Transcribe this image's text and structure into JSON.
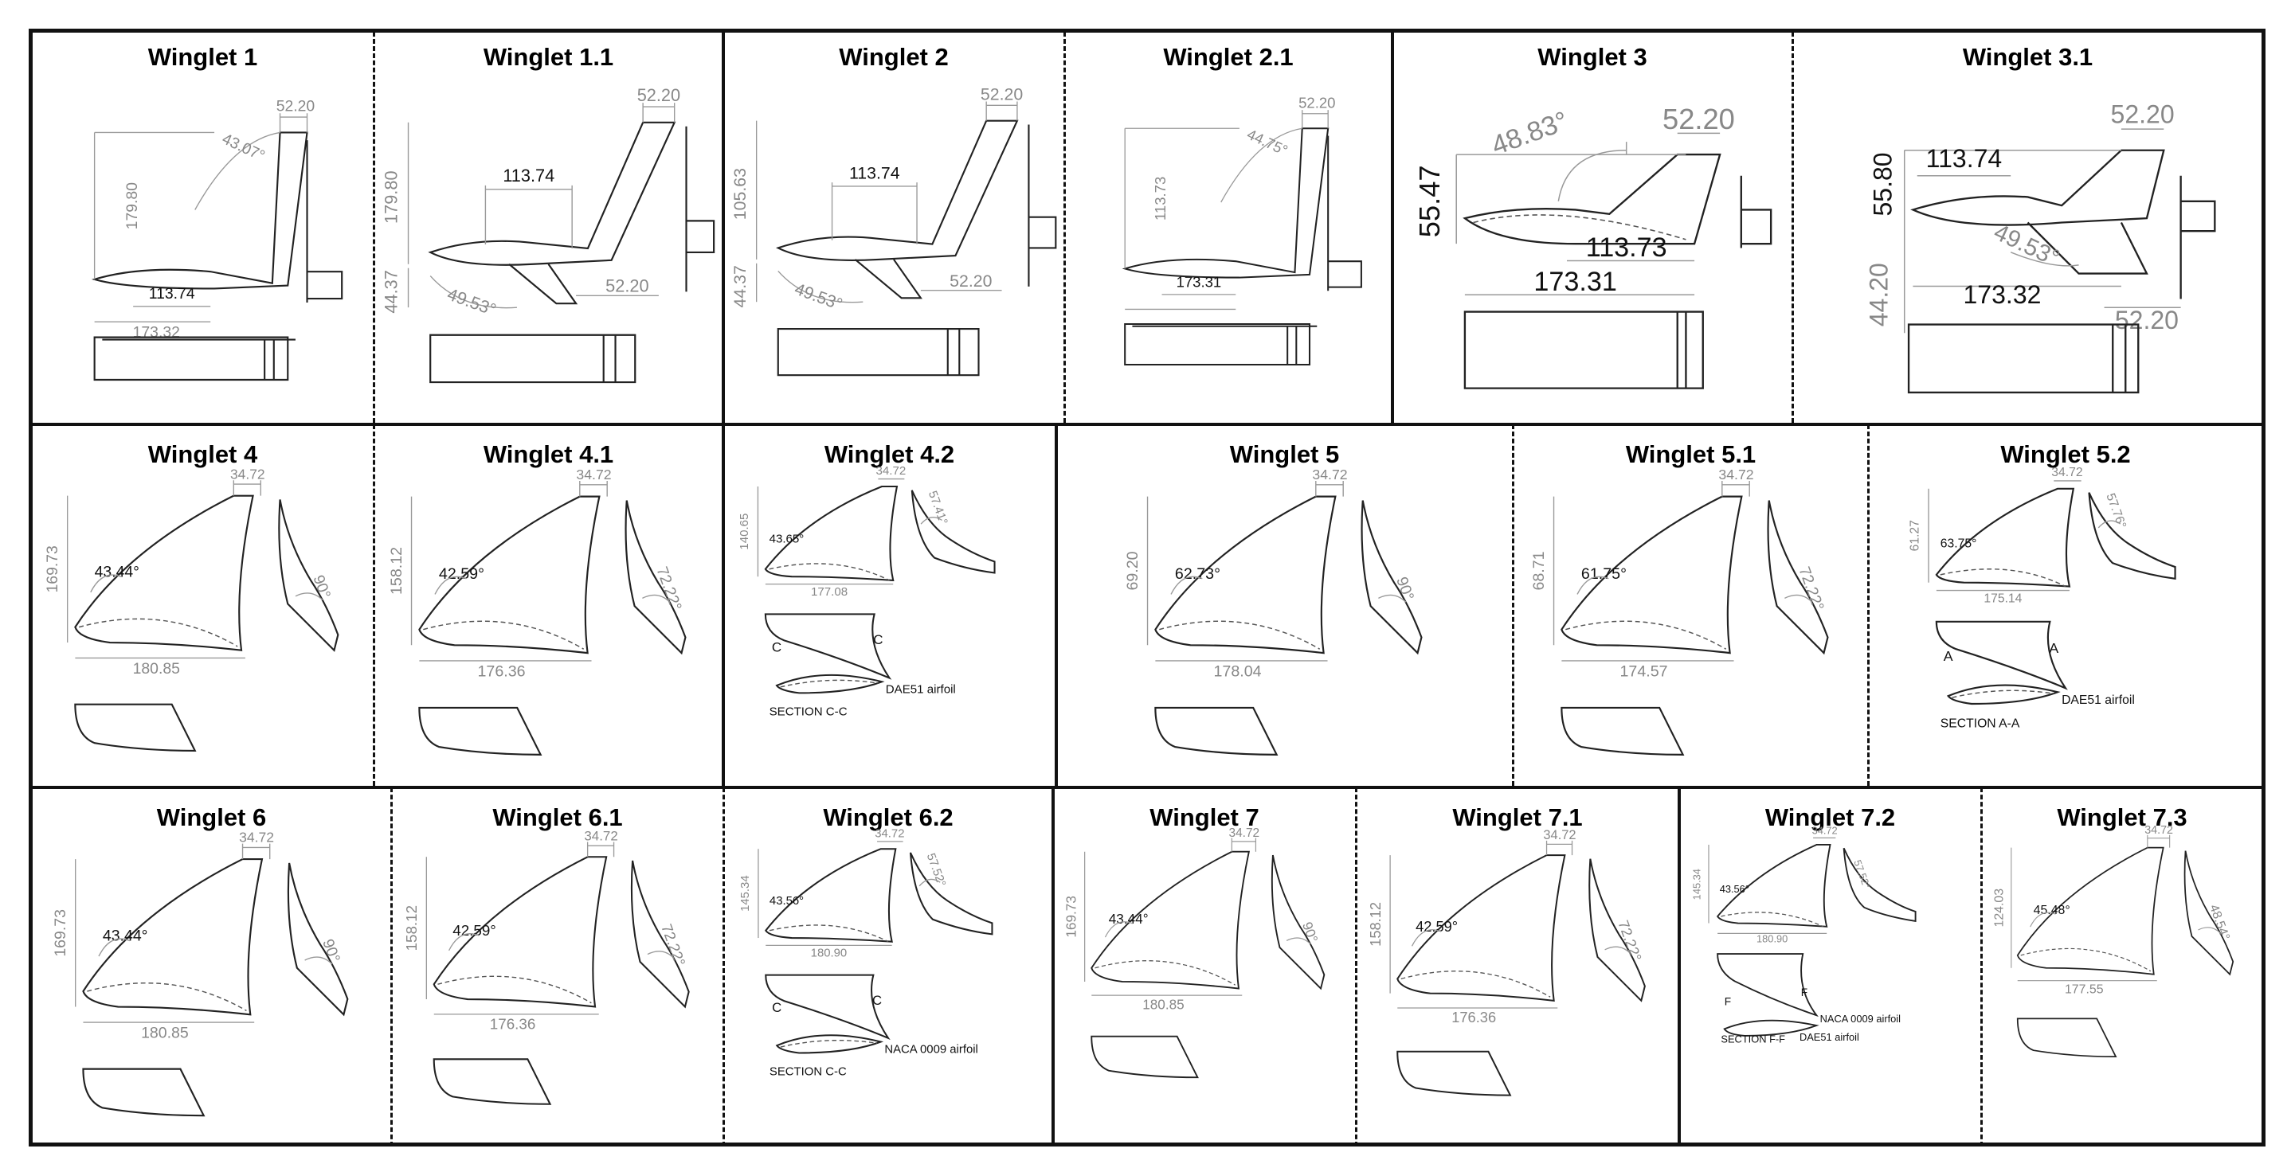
{
  "panels": [
    {
      "id": "w1",
      "title": "Winglet 1",
      "type": "A",
      "dims": [
        "52.20",
        "43.07°",
        "179.80",
        "113.74",
        "173.32"
      ]
    },
    {
      "id": "w1_1",
      "title": "Winglet 1.1",
      "type": "B",
      "dims": [
        "52.20",
        "113.74",
        "179.80",
        "44.37",
        "49.53°",
        "52.20"
      ]
    },
    {
      "id": "w2",
      "title": "Winglet 2",
      "type": "B",
      "dims": [
        "52.20",
        "113.74",
        "105.63",
        "44.37",
        "49.53°",
        "52.20"
      ]
    },
    {
      "id": "w2_1",
      "title": "Winglet 2.1",
      "type": "A",
      "dims": [
        "52.20",
        "44.75°",
        "113.73",
        "173.31"
      ]
    },
    {
      "id": "w3",
      "title": "Winglet 3",
      "type": "C",
      "dims": [
        "48.83°",
        "52.20",
        "55.47",
        "113.73",
        "173.31"
      ]
    },
    {
      "id": "w3_1",
      "title": "Winglet 3.1",
      "type": "D",
      "dims": [
        "52.20",
        "113.74",
        "55.80",
        "49.53°",
        "44.20",
        "52.20",
        "173.32"
      ]
    },
    {
      "id": "w4",
      "title": "Winglet 4",
      "type": "E",
      "dims": [
        "34.72",
        "169.73",
        "43.44°",
        "90°",
        "180.85"
      ]
    },
    {
      "id": "w4_1",
      "title": "Winglet 4.1",
      "type": "E",
      "dims": [
        "34.72",
        "158.12",
        "42.59°",
        "72.22°",
        "176.36"
      ]
    },
    {
      "id": "w4_2",
      "title": "Winglet 4.2",
      "type": "F",
      "dims": [
        "34.72",
        "140.65",
        "43.65°",
        "57.41°",
        "177.08"
      ],
      "labels": [
        "C",
        "C",
        "DAE51 airfoil",
        "SECTION C-C"
      ]
    },
    {
      "id": "w5",
      "title": "Winglet 5",
      "type": "E",
      "dims": [
        "34.72",
        "69.20",
        "62.73°",
        "90°",
        "178.04"
      ]
    },
    {
      "id": "w5_1",
      "title": "Winglet 5.1",
      "type": "E",
      "dims": [
        "34.72",
        "68.71",
        "61.75°",
        "72.22°",
        "174.57"
      ]
    },
    {
      "id": "w5_2",
      "title": "Winglet 5.2",
      "type": "F",
      "dims": [
        "34.72",
        "61.27",
        "63.75°",
        "57.76°",
        "175.14"
      ],
      "labels": [
        "A",
        "A",
        "DAE51 airfoil",
        "SECTION A-A"
      ]
    },
    {
      "id": "w6",
      "title": "Winglet 6",
      "type": "E",
      "dims": [
        "34.72",
        "169.73",
        "43.44°",
        "90°",
        "180.85"
      ]
    },
    {
      "id": "w6_1",
      "title": "Winglet 6.1",
      "type": "E",
      "dims": [
        "34.72",
        "158.12",
        "42.59°",
        "72.22°",
        "176.36"
      ]
    },
    {
      "id": "w6_2",
      "title": "Winglet 6.2",
      "type": "F",
      "dims": [
        "34.72",
        "145.34",
        "43.56°",
        "57.52°",
        "180.90"
      ],
      "labels": [
        "C",
        "C",
        "NACA 0009 airfoil",
        "SECTION C-C"
      ]
    },
    {
      "id": "w7",
      "title": "Winglet 7",
      "type": "E",
      "dims": [
        "34.72",
        "169.73",
        "43.44°",
        "90°",
        "180.85"
      ]
    },
    {
      "id": "w7_1",
      "title": "Winglet 7.1",
      "type": "E",
      "dims": [
        "34.72",
        "158.12",
        "42.59°",
        "72.22°",
        "176.36"
      ]
    },
    {
      "id": "w7_2",
      "title": "Winglet 7.2",
      "type": "G",
      "dims": [
        "34.72",
        "145.34",
        "43.56°",
        "57.52°",
        "180.90"
      ],
      "labels": [
        "F",
        "F",
        "NACA 0009 airfoil",
        "DAE51 airfoil",
        "SECTION F-F"
      ]
    },
    {
      "id": "w7_3",
      "title": "Winglet 7.3",
      "type": "E",
      "dims": [
        "34.72",
        "124.03",
        "45.48°",
        "48.54°",
        "177.55"
      ]
    }
  ]
}
